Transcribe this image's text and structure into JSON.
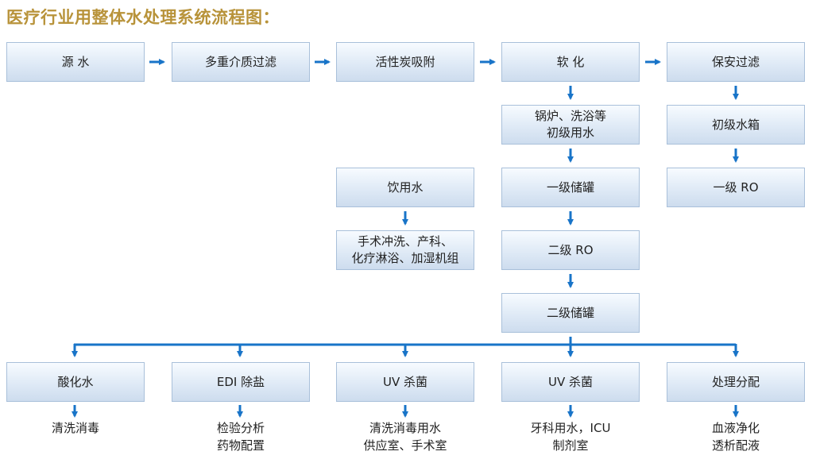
{
  "title": "医疗行业用整体水处理系统流程图：",
  "colors": {
    "arrow": "#1874c8",
    "title": "#b8933a",
    "box_border": "#a9c0da"
  },
  "row1": [
    "源  水",
    "多重介质过滤",
    "活性炭吸附",
    "软  化",
    "保安过滤"
  ],
  "col_softening": [
    "锅炉、洗浴等\n初级用水",
    "一级储罐",
    "二级 RO",
    "二级储罐"
  ],
  "col_filter": [
    "初级水箱",
    "一级 RO"
  ],
  "drinking": {
    "box": "饮用水",
    "use": "手术冲洗、产科、\n化疗淋浴、加湿机组"
  },
  "bottom_boxes": [
    "酸化水",
    "EDI 除盐",
    "UV 杀菌",
    "UV 杀菌",
    "处理分配"
  ],
  "bottom_uses": [
    "清洗消毒",
    "检验分析\n药物配置",
    "清洗消毒用水\n供应室、手术室",
    "牙科用水，ICU\n制剂室",
    "血液净化\n透析配液"
  ]
}
